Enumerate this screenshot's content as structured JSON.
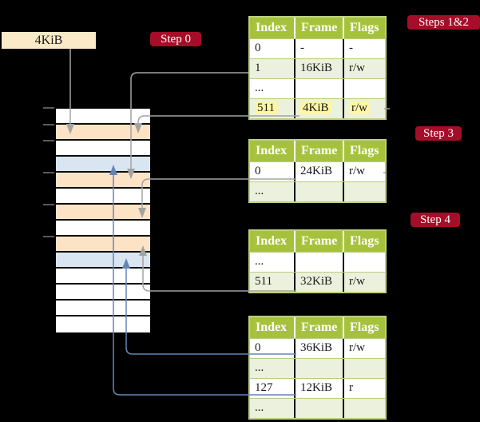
{
  "frame_box": {
    "label": "4KiB"
  },
  "steps": [
    {
      "label": "Step 0"
    },
    {
      "label": "Steps 1&2"
    },
    {
      "label": "Step 3"
    },
    {
      "label": "Step 4"
    }
  ],
  "tables": [
    {
      "title": "root page table (Steps 1&2)",
      "headers": [
        "Index",
        "Frame",
        "Flags"
      ],
      "rows": [
        {
          "cells": [
            "0",
            "-",
            "-"
          ],
          "highlight": false
        },
        {
          "cells": [
            "1",
            "16KiB",
            "r/w"
          ],
          "highlight": false
        },
        {
          "cells": [
            "...",
            "",
            ""
          ],
          "highlight": false
        },
        {
          "cells": [
            "511",
            "4KiB",
            "r/w"
          ],
          "highlight": true
        }
      ]
    },
    {
      "title": "page table (Step 3)",
      "headers": [
        "Index",
        "Frame",
        "Flags"
      ],
      "rows": [
        {
          "cells": [
            "0",
            "24KiB",
            "r/w"
          ],
          "highlight": false
        },
        {
          "cells": [
            "...",
            "",
            ""
          ],
          "highlight": false
        }
      ]
    },
    {
      "title": "page table (Step 4)",
      "headers": [
        "Index",
        "Frame",
        "Flags"
      ],
      "rows": [
        {
          "cells": [
            "...",
            "",
            ""
          ],
          "highlight": false
        },
        {
          "cells": [
            "511",
            "32KiB",
            "r/w"
          ],
          "highlight": false
        }
      ]
    },
    {
      "title": "leaf page table",
      "headers": [
        "Index",
        "Frame",
        "Flags"
      ],
      "rows": [
        {
          "cells": [
            "0",
            "36KiB",
            "r/w"
          ],
          "highlight": false
        },
        {
          "cells": [
            "...",
            "",
            ""
          ],
          "highlight": false
        },
        {
          "cells": [
            "127",
            "12KiB",
            "r"
          ],
          "highlight": false
        },
        {
          "cells": [
            "...",
            "",
            ""
          ],
          "highlight": false
        }
      ]
    }
  ],
  "memory": {
    "rows": [
      "white",
      "peach",
      "white",
      "blue",
      "peach",
      "white",
      "peach",
      "white",
      "peach",
      "blue",
      "white",
      "white",
      "white",
      "white"
    ]
  },
  "arrows": [
    {
      "color": "gray",
      "from": "4KiB box",
      "to": "memory frame 4KiB"
    },
    {
      "color": "gray",
      "from": "root table entry 1 (16KiB)",
      "to": "memory frame 16KiB"
    },
    {
      "color": "gray",
      "from": "root table entry 511 (4KiB)",
      "to": "memory frame 4KiB"
    },
    {
      "color": "gray",
      "from": "step-3 table entry 0 (24KiB)",
      "to": "memory frame 24KiB"
    },
    {
      "color": "gray",
      "from": "step-4 table entry 511 (32KiB)",
      "to": "memory frame 32KiB"
    },
    {
      "color": "blue",
      "from": "leaf table entry 0 (36KiB)",
      "to": "memory frame 36KiB"
    },
    {
      "color": "blue",
      "from": "leaf table entry 127 (12KiB)",
      "to": "memory frame 12KiB"
    }
  ],
  "colors": {
    "background": "#000000",
    "step_label": "#a60d28",
    "frame_box": "#fbeac7",
    "table_header": "#a6c23c",
    "table_row_alt": "#ebf1dc",
    "table_border": "#bdd07e",
    "highlight": "#fdf6a3",
    "memory_peach": "#fce3c6",
    "memory_blue": "#d9e6f2",
    "arrow_gray": "#a3a3a3",
    "arrow_blue": "#6486b6"
  }
}
